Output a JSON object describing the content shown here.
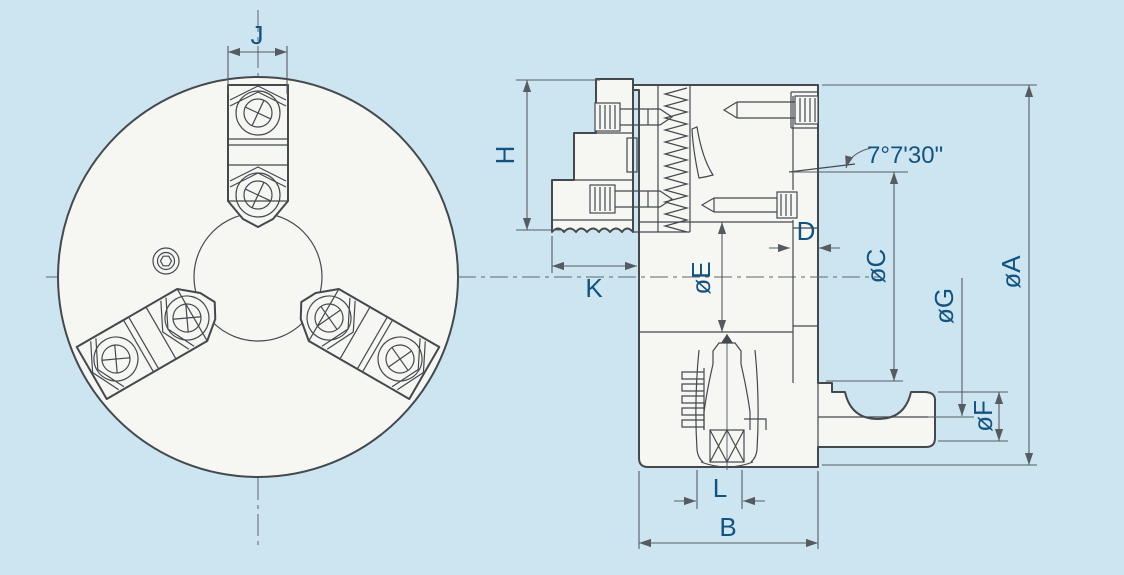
{
  "diagram": {
    "type": "engineering-drawing",
    "subject": "three-jaw-lathe-chuck",
    "colors": {
      "background": "#cde5f1",
      "part_fill": "#f6f6f3",
      "line": "#44494e",
      "dimension_line": "#565b61",
      "label_text": "#14537f"
    },
    "dimensions": {
      "j": "J",
      "h": "H",
      "k": "K",
      "e": "øE",
      "d": "D",
      "c": "øC",
      "angle": "7°7'30\"",
      "g": "øG",
      "f": "øF",
      "a": "øA",
      "l": "L",
      "b": "B"
    }
  }
}
